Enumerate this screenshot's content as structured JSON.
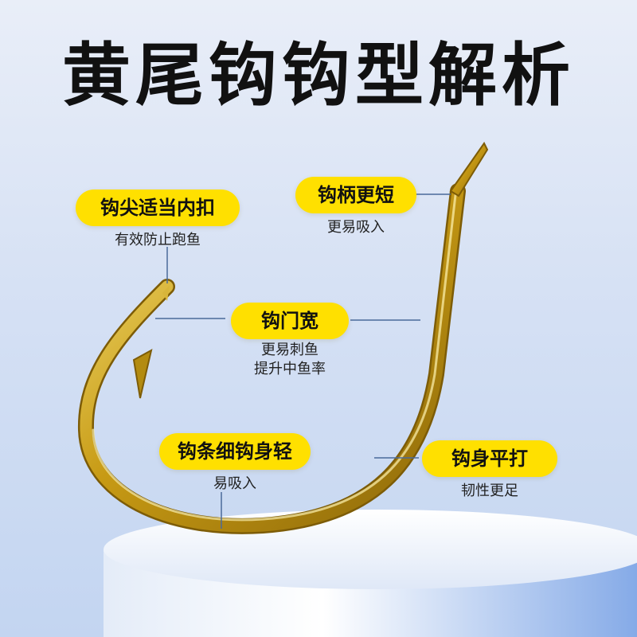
{
  "title": "黄尾钩钩型解析",
  "callouts": {
    "tip": {
      "label": "钩尖适当内扣",
      "note": "有效防止跑鱼"
    },
    "shank": {
      "label": "钩柄更短",
      "note": "更易吸入"
    },
    "gap": {
      "label": "钩门宽",
      "note_line1": "更易刺鱼",
      "note_line2": "提升中鱼率"
    },
    "wire": {
      "label": "钩条细钩身轻",
      "note": "易吸入"
    },
    "forged": {
      "label": "钩身平打",
      "note": "韧性更足"
    }
  },
  "colors": {
    "pill": "#ffe000",
    "hook_gold": "#c9a21a",
    "pedestal": "#ffffff"
  }
}
